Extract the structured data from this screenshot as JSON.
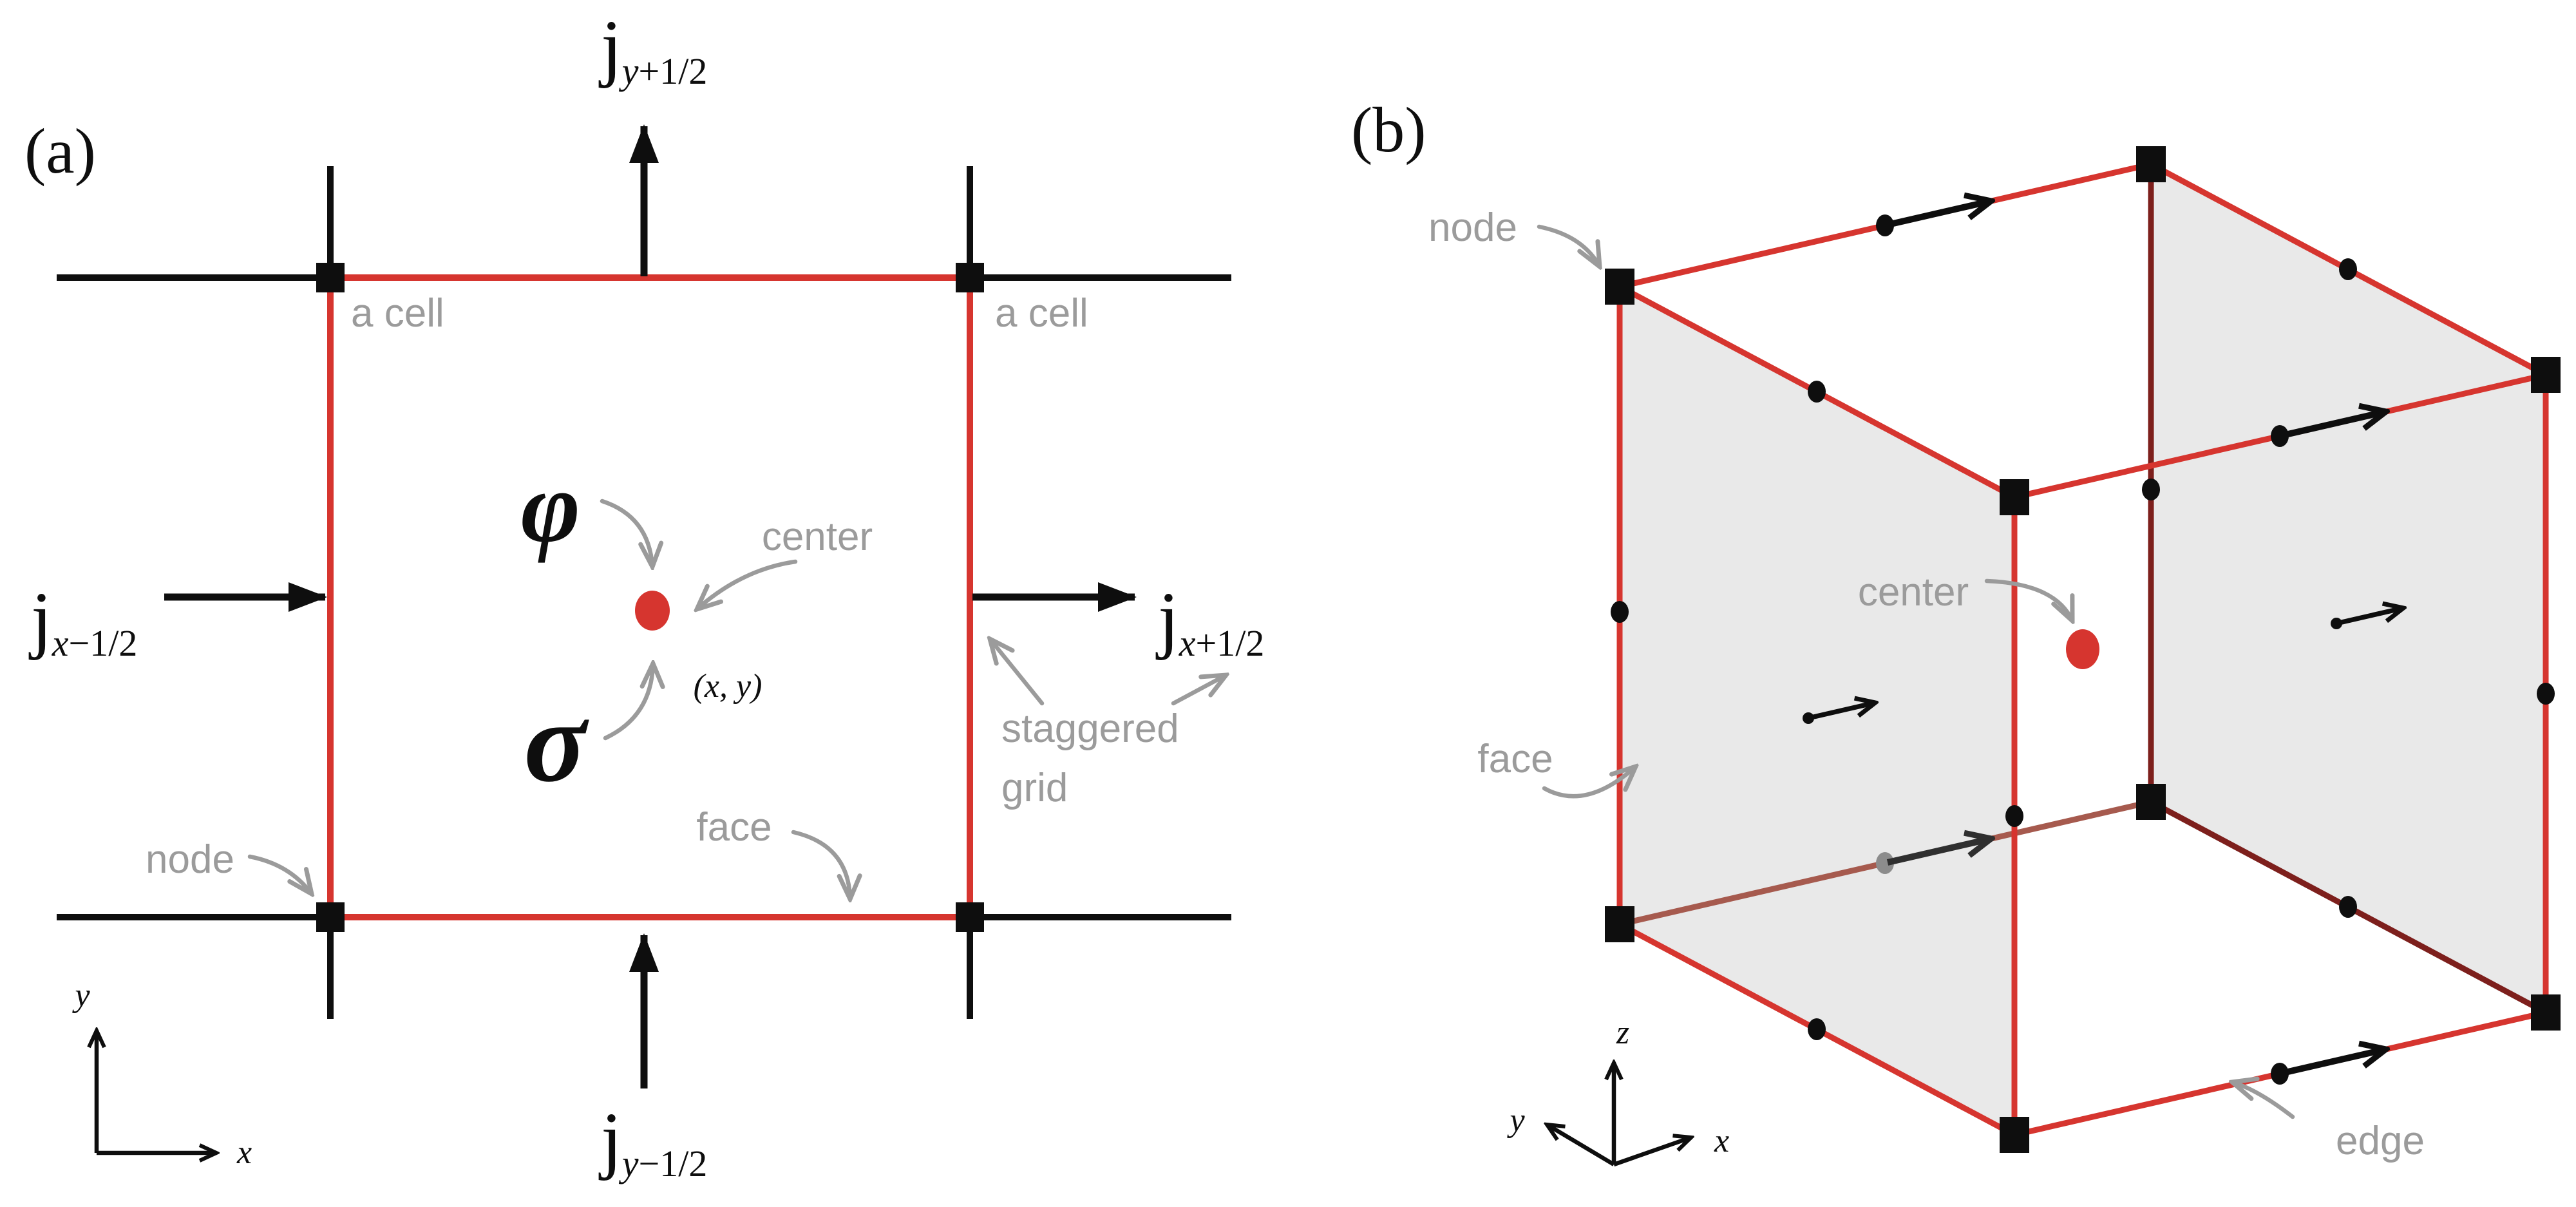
{
  "figure": {
    "panel_a": {
      "label": "(a)",
      "annotations": {
        "a_cell_left": "a cell",
        "a_cell_right": "a cell",
        "node": "node",
        "face": "face",
        "center": "center",
        "staggered_line1": "staggered",
        "staggered_line2": "grid"
      },
      "symbols": {
        "phi": "φ",
        "sigma": "σ",
        "coords": "(x, y)"
      },
      "fluxes": {
        "top": {
          "sym": "j",
          "sub_var": "y",
          "sub_rest": "+1/2"
        },
        "bottom": {
          "sym": "j",
          "sub_var": "y",
          "sub_rest": "−1/2"
        },
        "left": {
          "sym": "j",
          "sub_var": "x",
          "sub_rest": "−1/2"
        },
        "right": {
          "sym": "j",
          "sub_var": "x",
          "sub_rest": "+1/2"
        }
      },
      "axes": {
        "x": "x",
        "y": "y"
      }
    },
    "panel_b": {
      "label": "(b)",
      "annotations": {
        "node": "node",
        "center": "center",
        "face": "face",
        "edge": "edge"
      },
      "axes": {
        "x": "x",
        "y": "y",
        "z": "z"
      }
    },
    "colors": {
      "grid_red": "#d6352f",
      "hidden_edge_dark": "#7d1f1c",
      "hidden_edge_through_face": "#a65a4e",
      "center_dot_red": "#d6352f",
      "annotation_gray": "#9b9b9b",
      "face_fill_gray": "#e9e9e9",
      "ink_black": "#0e0e0e",
      "hidden_edge_dot_gray": "#8c8c8c"
    }
  }
}
